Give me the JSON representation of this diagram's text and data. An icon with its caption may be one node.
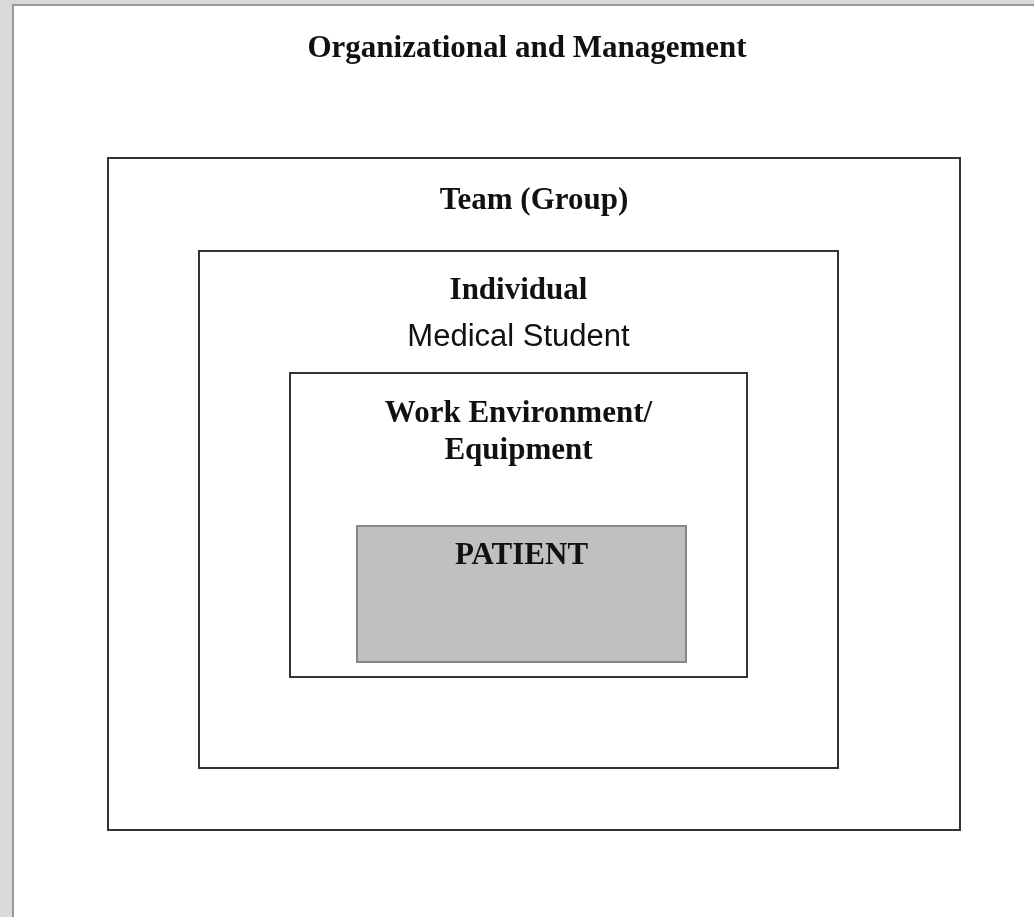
{
  "diagram": {
    "nodes": [
      {
        "text": [
          "Organizational and Management"
        ]
      },
      {
        "text": [
          "Team (Group)"
        ],
        "in": 0
      },
      {
        "text": [
          "Individual",
          "Medical Student"
        ],
        "in": 1
      },
      {
        "text": [
          "Work Environment/ Equipment"
        ],
        "in": 2
      },
      {
        "text": [
          "PATIENT"
        ],
        "in": 3
      }
    ]
  }
}
